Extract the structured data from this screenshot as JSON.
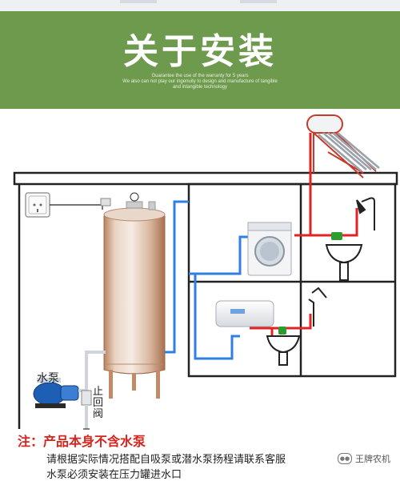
{
  "header": {
    "title": "关于安装",
    "subtitle_1": "Guarantee the use of the warranty for 5 years",
    "subtitle_2": "We also can not play our ingenuity to design and manufacture of tangible",
    "subtitle_3": "and intangible technology"
  },
  "labels": {
    "pump": "水泵",
    "check_valve": "止回阀"
  },
  "notes": {
    "note_1": "注：产品本身不含水泵",
    "note_2": "请根据实际情况搭配自吸泵或潜水泵扬程请联系客服",
    "note_3": "水泵必须安装在压力罐进水口"
  },
  "watermark": {
    "icon": "wechat-icon",
    "text": "王牌农机"
  },
  "colors": {
    "header_bg": "#6e9a4d",
    "cold_pipe": "#2f7fe0",
    "hot_pipe": "#e02323",
    "note_red": "#d8241d"
  }
}
